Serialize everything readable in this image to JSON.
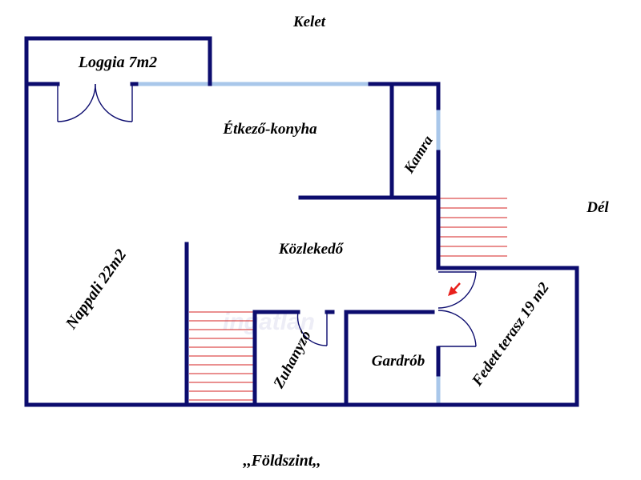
{
  "orientation": {
    "north_side": "Kelet",
    "east_side": "Dél"
  },
  "floor_title": ",,Földszint,,",
  "rooms": {
    "loggia": "Loggia 7m2",
    "kitchen": "Étkező-konyha",
    "pantry": "Kamra",
    "corridor": "Közlekedő",
    "living": "Nappali 22m2",
    "shower": "Zuhanyzó",
    "wardrobe": "Gardrób",
    "terrace": "Fedett terasz 19 m2"
  },
  "colors": {
    "wall": "#0c0c6e",
    "window": "#a9c7ea",
    "stair_lines": "#d42020",
    "entrance_arrow": "#e8201c"
  },
  "icons": {
    "entrance_arrow": "entrance-arrow-icon"
  }
}
